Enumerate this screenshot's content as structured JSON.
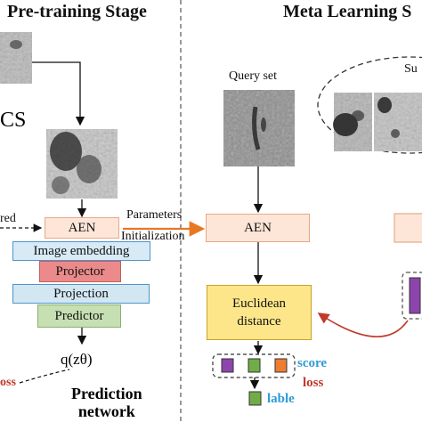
{
  "left_title": "Pre-training Stage",
  "right_title": "Meta Learning S",
  "left_partial_text": "CS",
  "left_partial_label": "red",
  "aen_label": "AEN",
  "image_embedding": "Image embedding",
  "projector": "Projector",
  "projection": "Projection",
  "predictor": "Predictor",
  "q_label": "q(zθ)",
  "loss_left": "oss",
  "prediction_network_line1": "Prediction",
  "prediction_network_line2": "network",
  "param_line1": "Parameters",
  "param_line2": "Initialization",
  "query_set": "Query set",
  "support_partial": "Su",
  "aen_right": "AEN",
  "euclid_line1": "Euclidean",
  "euclid_line2": "distance",
  "score": "score",
  "loss_right": "loss",
  "lable": "lable",
  "colors": {
    "aen_fill": "#fde6d8",
    "aen_border": "#e8a887",
    "embedding_fill": "#d7eaf5",
    "embedding_border": "#4f95c7",
    "projector_fill": "#ea8a8a",
    "projection_fill": "#d2e7f2",
    "predictor_fill": "#c6e0b4",
    "euclid_fill": "#fde68a",
    "euclid_border": "#c9a227",
    "orange_arrow": "#e87722",
    "red_curve": "#c0392b",
    "score_text": "#2e9bd6",
    "loss_text": "#c0392b",
    "lable_text": "#2e9bd6",
    "purple": "#8e44ad",
    "green": "#70ad47",
    "orange": "#ed7d31"
  }
}
